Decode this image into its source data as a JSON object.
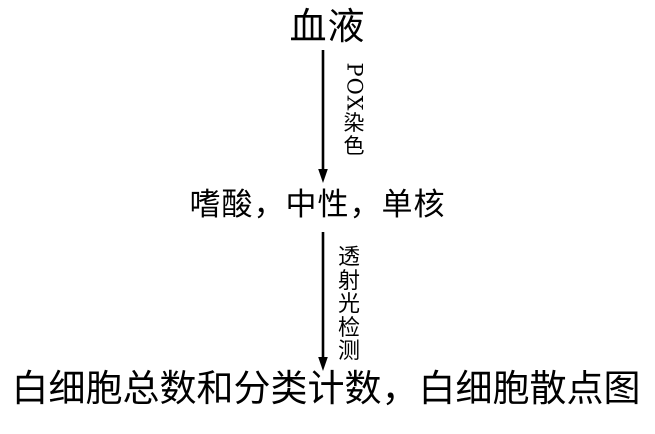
{
  "diagram": {
    "title": "blood-analysis-flowchart",
    "background_color": "#ffffff",
    "line_color": "#000000",
    "text_color": "#000000",
    "nodes": [
      {
        "id": "blood",
        "text": "血液"
      },
      {
        "id": "cells",
        "text": "嗜酸，中性，单核"
      },
      {
        "id": "result",
        "text": "白细胞总数和分类计数，白细胞散点图"
      }
    ],
    "arrows": [
      {
        "id": "arrow-pox",
        "from": "blood",
        "to": "cells",
        "label_latin": "POX",
        "label_cjk": [
          "染",
          "色"
        ]
      },
      {
        "id": "arrow-transmit",
        "from": "cells",
        "to": "result",
        "label_cjk": [
          "透",
          "射",
          "光",
          "检",
          "测"
        ]
      }
    ]
  }
}
